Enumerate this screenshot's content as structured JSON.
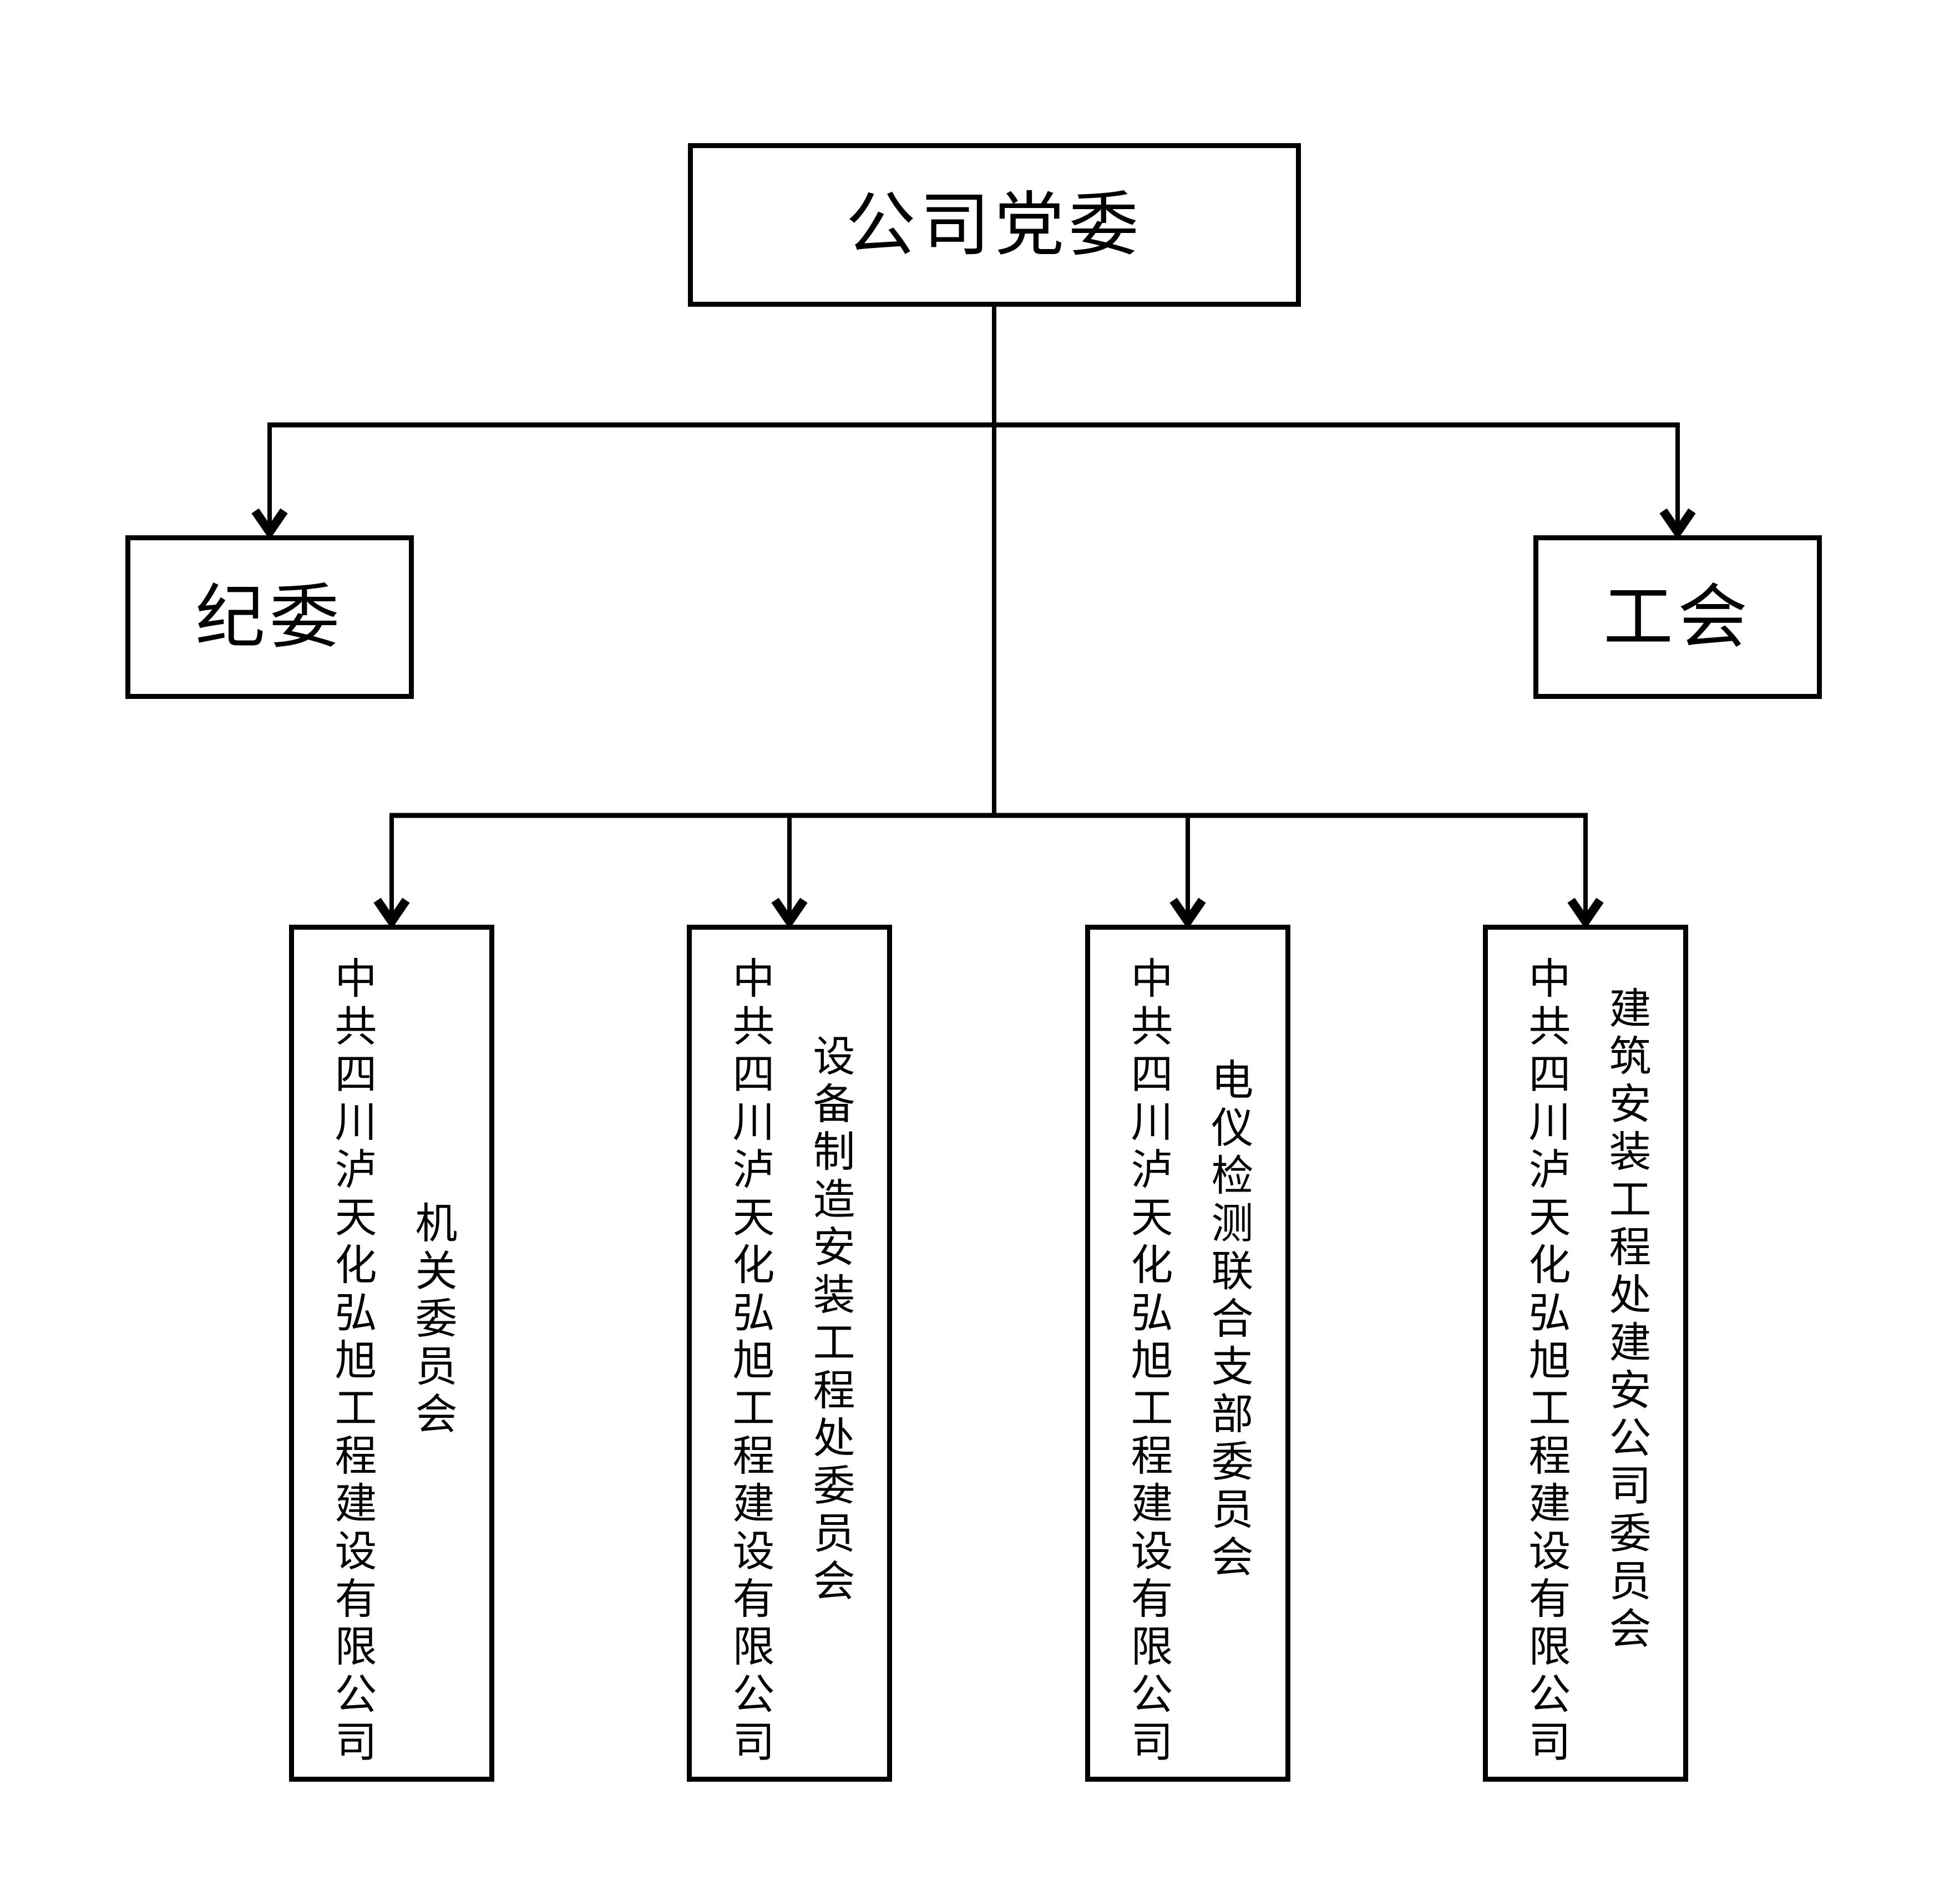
{
  "diagram": {
    "root": {
      "label": "公司党委"
    },
    "branches": [
      {
        "label": "纪委"
      },
      {
        "label": "工会"
      }
    ],
    "org_units": [
      {
        "company": "中共四川泸天化弘旭工程建设有限公司",
        "committee": "机关委员会"
      },
      {
        "company": "中共四川泸天化弘旭工程建设有限公司",
        "committee": "设备制造安装工程处委员会"
      },
      {
        "company": "中共四川泸天化弘旭工程建设有限公司",
        "committee": "电仪检测联合支部委员会"
      },
      {
        "company": "中共四川泸天化弘旭工程建设有限公司",
        "committee": "建筑安装工程处建安公司委员会"
      }
    ]
  },
  "colors": {
    "background": "#ffffff",
    "line": "#000000",
    "text": "#000000"
  }
}
